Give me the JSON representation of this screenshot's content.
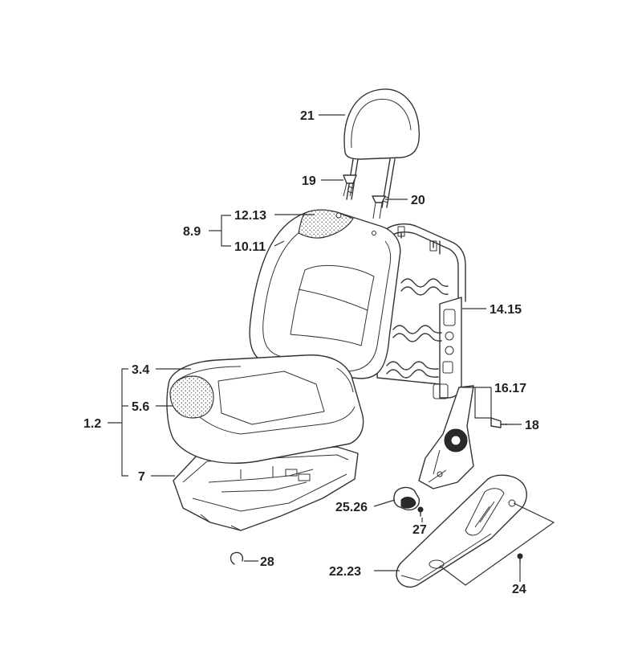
{
  "callouts": {
    "headrest": "21",
    "guide_left": "19",
    "guide_right": "20",
    "back_cover": "12.13",
    "back_assembly": "8.9",
    "back_pad": "10.11",
    "back_frame": "14.15",
    "cushion_cover": "3.4",
    "cushion_pad": "5.6",
    "cushion_assembly": "1.2",
    "cushion_frame": "7",
    "recliner": "16.17",
    "bolt": "18",
    "knob": "25.26",
    "screw_knob": "27",
    "clip": "28",
    "side_cover": "22.23",
    "screw_cover": "24"
  }
}
